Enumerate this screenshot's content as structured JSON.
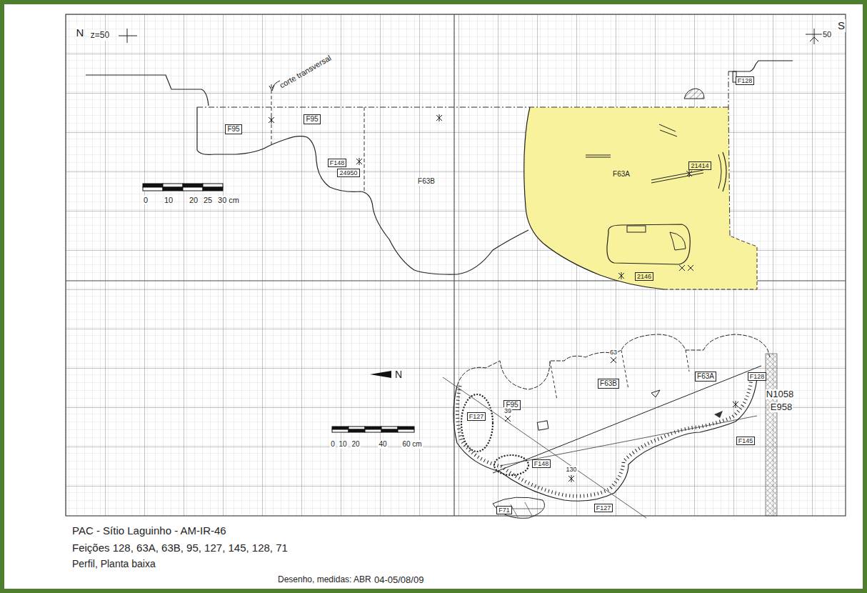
{
  "diagram": {
    "title": "PAC - Sítio Laguinho - AM-IR-46",
    "nodes": [
      {
        "text": [
          "F95"
        ]
      },
      {
        "text": [
          "F95"
        ]
      },
      {
        "text": [
          "F148"
        ]
      },
      {
        "text": [
          "24950"
        ]
      },
      {
        "text": [
          "21414"
        ]
      },
      {
        "text": [
          "2146"
        ]
      },
      {
        "text": [
          "F128"
        ]
      },
      {
        "text": [
          "F128"
        ]
      },
      {
        "text": [
          "F63A"
        ]
      },
      {
        "text": [
          "F63B"
        ]
      },
      {
        "text": [
          "F95"
        ]
      },
      {
        "text": [
          "F127"
        ]
      },
      {
        "text": [
          "F145"
        ]
      },
      {
        "text": [
          "F148"
        ]
      },
      {
        "text": [
          "F71"
        ]
      },
      {
        "text": [
          "F127"
        ]
      }
    ],
    "labels": [
      "N",
      "z=50",
      "corte transversal",
      "F63B",
      "F63A",
      "S",
      "50",
      "0",
      "10",
      "20",
      "25",
      "30 cm",
      "63",
      "39",
      "130",
      "N1058",
      "E958",
      "N",
      "0",
      "10",
      "20",
      "40",
      "60 cm",
      "Feições 128, 63A, 63B, 95, 127, 145, 128, 71",
      "Perfil, Planta baixa",
      "Desenho, medidas: ABR",
      "04-05/08/09"
    ]
  }
}
